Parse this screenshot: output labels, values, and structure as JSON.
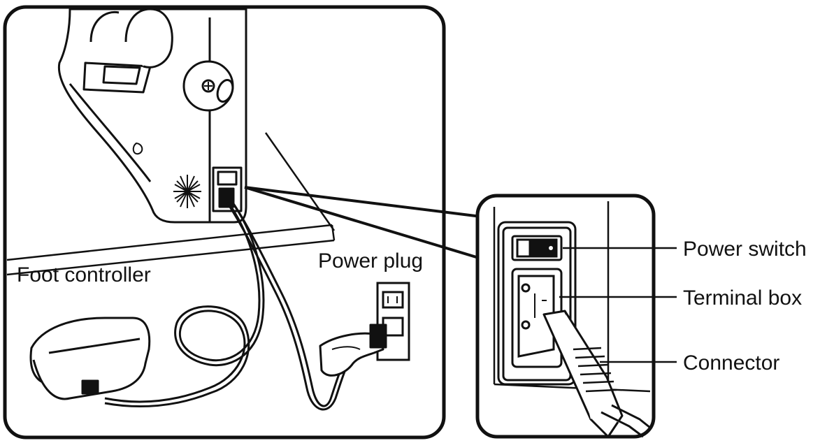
{
  "labels": {
    "foot_controller": "Foot controller",
    "power_plug": "Power plug",
    "power_switch": "Power switch",
    "terminal_box": "Terminal box",
    "connector": "Connector"
  },
  "colors": {
    "line": "#111111",
    "background": "#ffffff"
  }
}
